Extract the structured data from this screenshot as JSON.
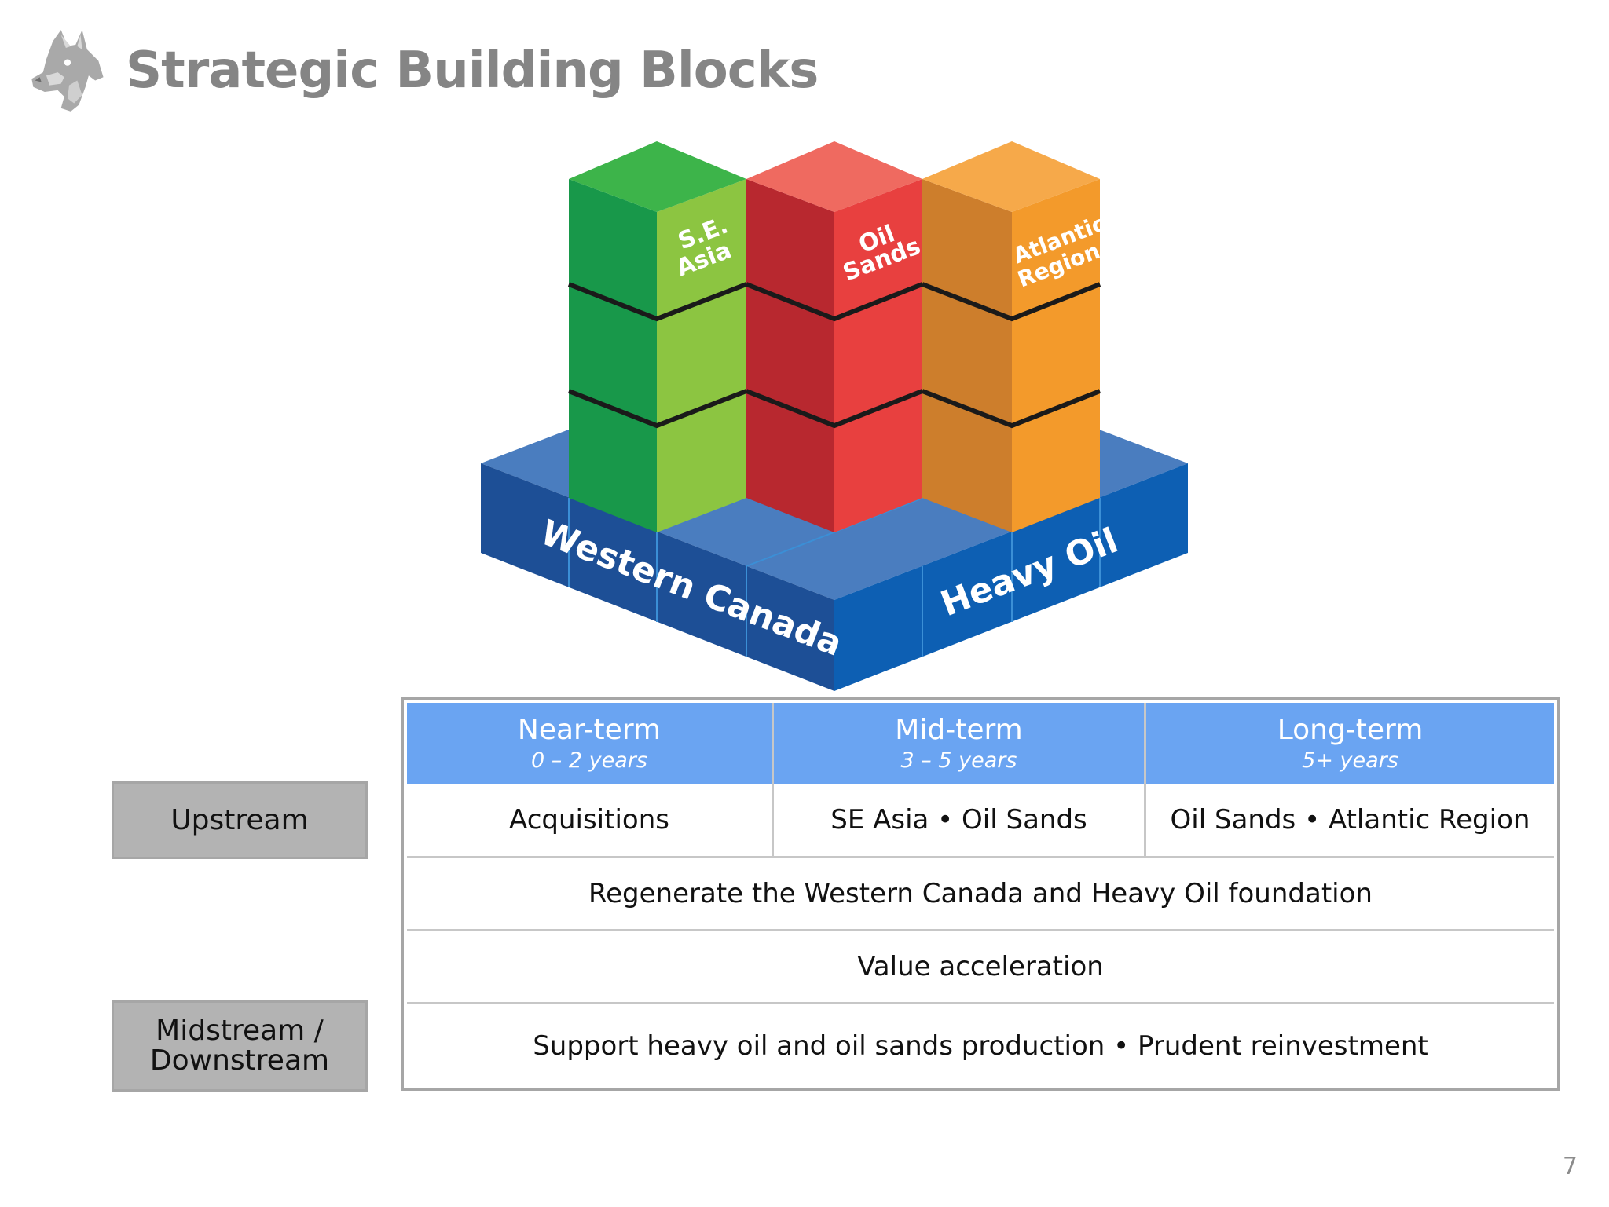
{
  "header": {
    "title": "Strategic Building Blocks",
    "logo_icon": "husky-dog-icon"
  },
  "diagram": {
    "base_labels": {
      "left": "Western Canada",
      "right": "Heavy Oil"
    },
    "columns": [
      {
        "label_line1": "S.E.",
        "label_line2": "Asia",
        "color": "#4db848"
      },
      {
        "label_line1": "Oil",
        "label_line2": "Sands",
        "color": "#e8403f"
      },
      {
        "label_line1": "Atlantic",
        "label_line2": "Region",
        "color": "#f39a2b"
      }
    ],
    "base_color": "#1f5aa6"
  },
  "table": {
    "headers": [
      {
        "title": "Near-term",
        "subtitle": "0 – 2 years"
      },
      {
        "title": "Mid-term",
        "subtitle": "3 – 5 years"
      },
      {
        "title": "Long-term",
        "subtitle": "5+ years"
      }
    ],
    "row_labels": {
      "upstream": "Upstream",
      "midstream_line1": "Midstream /",
      "midstream_line2": "Downstream"
    },
    "upstream_row": [
      "Acquisitions",
      "SE Asia • Oil Sands",
      "Oil Sands • Atlantic Region"
    ],
    "row2": "Regenerate the Western Canada and Heavy Oil foundation",
    "row3": "Value acceleration",
    "row4": "Support heavy oil and oil sands production • Prudent reinvestment",
    "header_color": "#6aa4f2",
    "label_color": "#b3b3b3"
  },
  "footer": {
    "page_number": "7"
  }
}
